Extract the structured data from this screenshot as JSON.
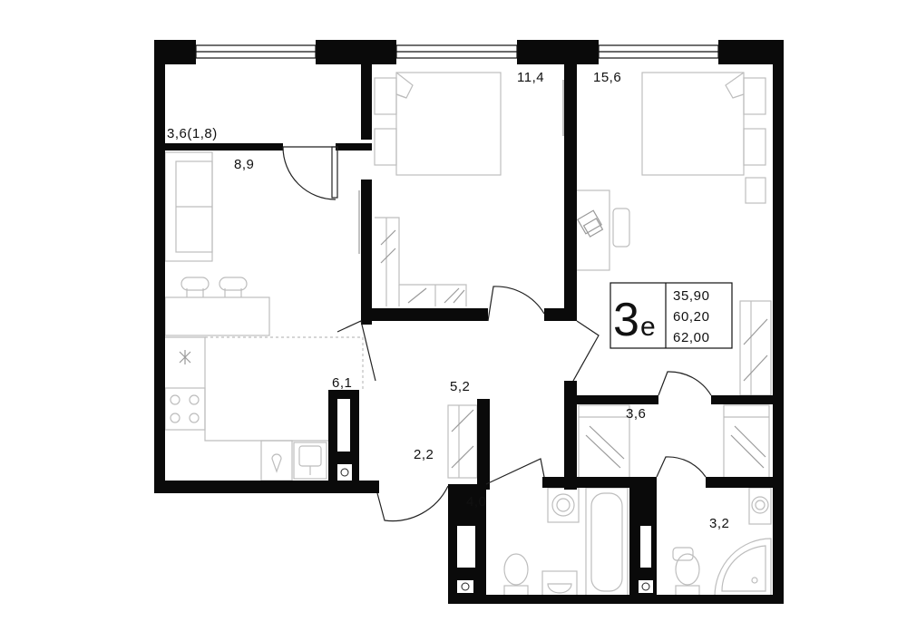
{
  "apartment": {
    "type_code": "3",
    "type_suffix": "е",
    "areas": [
      "35,90",
      "60,20",
      "62,00"
    ]
  },
  "rooms": [
    {
      "id": "balcony",
      "area": "3,6(1,8)"
    },
    {
      "id": "kitchen-living",
      "area": "8,9"
    },
    {
      "id": "bedroom-1",
      "area": "11,4"
    },
    {
      "id": "bedroom-2",
      "area": "15,6"
    },
    {
      "id": "closet-left",
      "area": "6,1"
    },
    {
      "id": "hall",
      "area": "5,2"
    },
    {
      "id": "corridor",
      "area": "2,2"
    },
    {
      "id": "wardrobe",
      "area": "3,6"
    },
    {
      "id": "bathroom",
      "area": "4,0"
    },
    {
      "id": "shower-room",
      "area": "3,2"
    }
  ],
  "colors": {
    "wall": "#0a0a0a",
    "furniture": "#bdbdbd",
    "background": "#ffffff"
  }
}
